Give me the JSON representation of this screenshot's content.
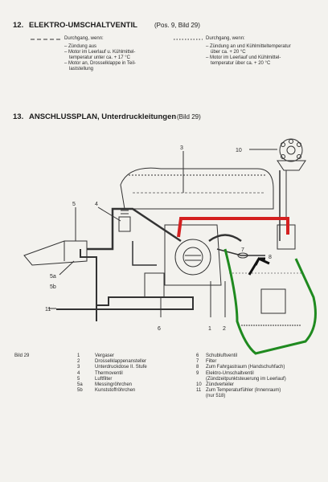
{
  "section12": {
    "number": "12.",
    "title": "ELEKTRO-UMSCHALTVENTIL",
    "ref": "(Pos. 9, Bild 29)",
    "left": {
      "heading": "Durchgang, wenn:",
      "items": [
        "– Zündung aus",
        "– Motor im Leerlauf u. Kühlmittel-",
        "temperatur unter ca. + 17 °C",
        "– Motor an, Drosselklappe in Teil-",
        "laststellung"
      ]
    },
    "right": {
      "heading": "Durchgang, wenn:",
      "items": [
        "– Zündung an und Kühlmitteltemperatur",
        "über ca. + 20 °C",
        "– Motor im Leerlauf und Kühlmittel-",
        "temperatur über ca. + 20 °C"
      ]
    }
  },
  "section13": {
    "number": "13.",
    "title": "ANSCHLUSSPLAN, Unterdruckleitungen",
    "ref": "(Bild 29)"
  },
  "diagram": {
    "callouts": [
      "3",
      "10",
      "5",
      "4",
      "5a",
      "5b",
      "11",
      "6",
      "1",
      "2",
      "7",
      "8"
    ],
    "highlight_colors": {
      "red": "#d42020",
      "green": "#1f8a1f",
      "black": "#111111"
    }
  },
  "legend": {
    "figure": "Bild 29",
    "col1": [
      {
        "n": "1",
        "t": "Vergaser"
      },
      {
        "n": "2",
        "t": "Drosselklappenansteller"
      },
      {
        "n": "3",
        "t": "Unterdruckdose II. Stufe"
      },
      {
        "n": "4",
        "t": "Thermoventil"
      },
      {
        "n": "5",
        "t": "Luftfilter"
      },
      {
        "n": "5a",
        "t": "Messingröhrchen"
      },
      {
        "n": "5b",
        "t": "Kunststoffröhrchen"
      }
    ],
    "col2": [
      {
        "n": "6",
        "t": "Schubluftventil"
      },
      {
        "n": "7",
        "t": "Filter"
      },
      {
        "n": "8",
        "t": "Zum Fahrgastraum (Handschuhfach)"
      },
      {
        "n": "9",
        "t": "Elektro-Umschaltventil"
      },
      {
        "n": "",
        "t": "(Zündzeitpunktsteuerung im Leerlauf)"
      },
      {
        "n": "10",
        "t": "Zündverteiler"
      },
      {
        "n": "11",
        "t": "Zum Temperaturfühler (Innenraum)"
      },
      {
        "n": "",
        "t": "(nur 518)"
      }
    ]
  }
}
